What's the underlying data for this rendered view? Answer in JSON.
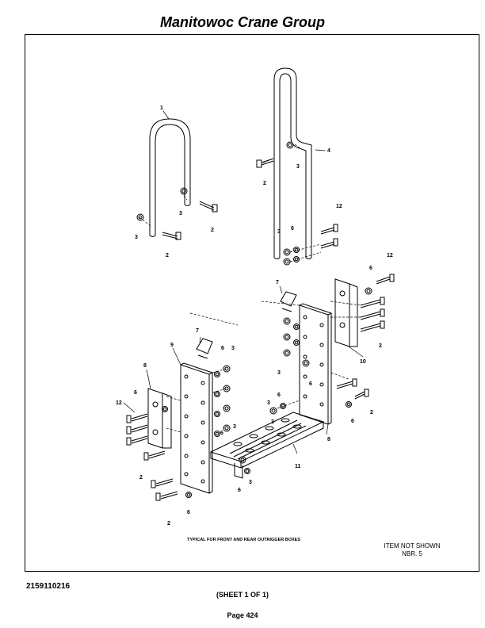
{
  "header": {
    "title": "Manitowoc Crane Group"
  },
  "diagram": {
    "callouts": [
      "1",
      "2",
      "3",
      "4",
      "6",
      "7",
      "8",
      "9",
      "10",
      "11",
      "12"
    ],
    "note": "TYPICAL FOR FRONT AND REAR OUTRIGGER BOXES",
    "item_not_shown": {
      "line1": "ITEM NOT SHOWN",
      "line2": "NBR.  5"
    }
  },
  "footer": {
    "part_number": "2159110216",
    "sheet": "(SHEET 1 OF 1)",
    "page": "Page 424"
  }
}
